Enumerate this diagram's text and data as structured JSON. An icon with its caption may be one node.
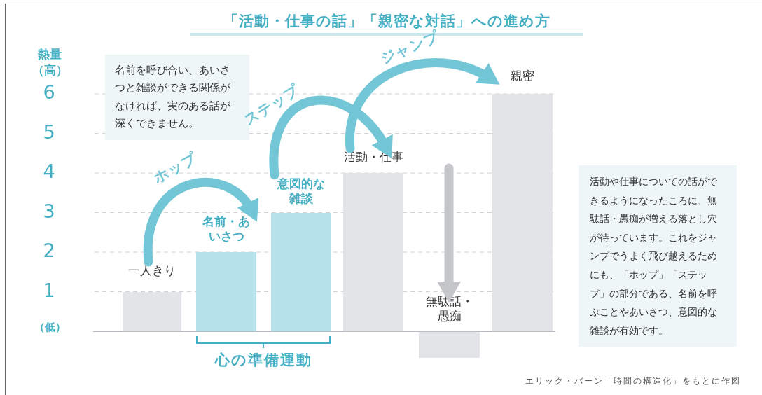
{
  "diagram": {
    "title": "「活動・仕事の話」「親密な対話」への進め方",
    "caption": "エリック・バーン「時間の構造化」をもとに作図",
    "nodes": [
      {
        "text": [
          "一人きり"
        ]
      },
      {
        "text": [
          "名前・あいさつ"
        ]
      },
      {
        "text": [
          "意図的な雑談"
        ]
      },
      {
        "text": [
          "活動・仕事"
        ]
      },
      {
        "text": [
          "無駄話・愚痴"
        ]
      },
      {
        "text": [
          "親密"
        ]
      },
      {
        "text": [
          "名前を呼び合い、あいさつと雑談ができる関係がなければ、実のある話が深くできません。"
        ]
      },
      {
        "text": [
          "活動や仕事についての話ができるようになったころに、無駄話・愚痴が増える落とし穴が待っています。これをジャンプでうまく飛び越えるためにも、「ホップ」「ステップ」の部分である、名前を呼ぶことやあいさつ、意図的な雑談が有効です。"
        ]
      }
    ],
    "edges": [
      {
        "from": 0,
        "to": 1,
        "arrow": "to",
        "label": "ホップ"
      },
      {
        "from": 2,
        "to": 3,
        "arrow": "to",
        "label": "ステップ"
      },
      {
        "from": 3,
        "to": 5,
        "arrow": "to",
        "label": "ジャンプ"
      },
      {
        "from": null,
        "to": 4,
        "arrow": "to",
        "color": "#c4c6ca"
      }
    ],
    "labels": [
      "熱量（高）",
      "6",
      "5",
      "4",
      "3",
      "2",
      "1",
      "（低）",
      "心の準備運動"
    ]
  }
}
